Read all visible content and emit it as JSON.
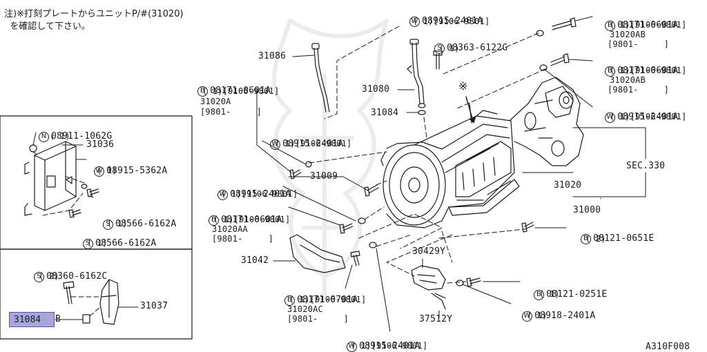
{
  "note": {
    "line1": "注)※打刻プレートからユニットP/#(31020)",
    "line2": "を確認して下さい。"
  },
  "figure_id": "A310F008",
  "parts": {
    "p31086": "31086",
    "p31080": "31080",
    "p31084_top": "31084",
    "p31036": "31036",
    "p31037": "31037",
    "p31084_selected": "31084",
    "p31084_suffix": "B",
    "p31009": "31009",
    "p31020": "31020",
    "p31000": "31000",
    "p31042": "31042",
    "p30429Y": "30429Y",
    "p37512Y": "37512Y",
    "sec330": "SEC.330",
    "asterisk": "※"
  },
  "refs": {
    "w_top": {
      "badge": "W",
      "code": "08915-2401A",
      "sub1": "( 1)[9106-9801]"
    },
    "s_top": {
      "badge": "S",
      "code": "08363-6122G",
      "sub1": "( 1)"
    },
    "b_tr1": {
      "badge": "B",
      "code": "08171-0601A",
      "sub1": "( 1)[9106-9801]",
      "sub2": "31020AB",
      "sub3": "[9801-     ]"
    },
    "b_tr2": {
      "badge": "B",
      "code": "08171-0601A",
      "sub1": "( 1)[9106-9801]",
      "sub2": "31020AB",
      "sub3": "[9801-     ]"
    },
    "w_tr": {
      "badge": "W",
      "code": "08915-2401A",
      "sub1": "( 1)[9106-9801]"
    },
    "b_left": {
      "badge": "B",
      "code": "08171-0601A",
      "sub1": "( 1)[9106-9801]",
      "sub2": "31020A",
      "sub3": "[9801-     ]"
    },
    "w_mid1": {
      "badge": "W",
      "code": "08915-2401A",
      "sub1": "( 1)[9106-9801]"
    },
    "w_mid2": {
      "badge": "W",
      "code": "08915-2401A",
      "sub1": "( 1)[9106-9801]"
    },
    "b_mid": {
      "badge": "B",
      "code": "08171-0601A",
      "sub1": "( 1)[9106-9801]",
      "sub2": "31020AA",
      "sub3": "[9801-     ]"
    },
    "n_box": {
      "badge": "N",
      "code": "08911-1062G",
      "sub1": "( 1)"
    },
    "w_box": {
      "badge": "W",
      "code": "08915-5362A",
      "sub1": "( 1)"
    },
    "s_box1": {
      "badge": "S",
      "code": "08566-6162A",
      "sub1": "( 1)"
    },
    "s_box2": {
      "badge": "S",
      "code": "08566-6162A",
      "sub1": "( 1)"
    },
    "s_box3": {
      "badge": "S",
      "code": "08360-6162C",
      "sub1": "( 2)"
    },
    "b_right": {
      "badge": "B",
      "code": "08121-0651E",
      "sub1": "( 2)"
    },
    "b_bot": {
      "badge": "B",
      "code": "08171-0701A",
      "sub1": "( 1)[9106-9801]",
      "sub2": "31020AC",
      "sub3": "[9801-     ]"
    },
    "b_br": {
      "badge": "B",
      "code": "08121-0251E",
      "sub1": "( 1)"
    },
    "w_br": {
      "badge": "W",
      "code": "08918-2401A",
      "sub1": "( 1)"
    },
    "w_bot": {
      "badge": "W",
      "code": "08915-2401A",
      "sub1": "( 1)[9106-9801]"
    }
  }
}
